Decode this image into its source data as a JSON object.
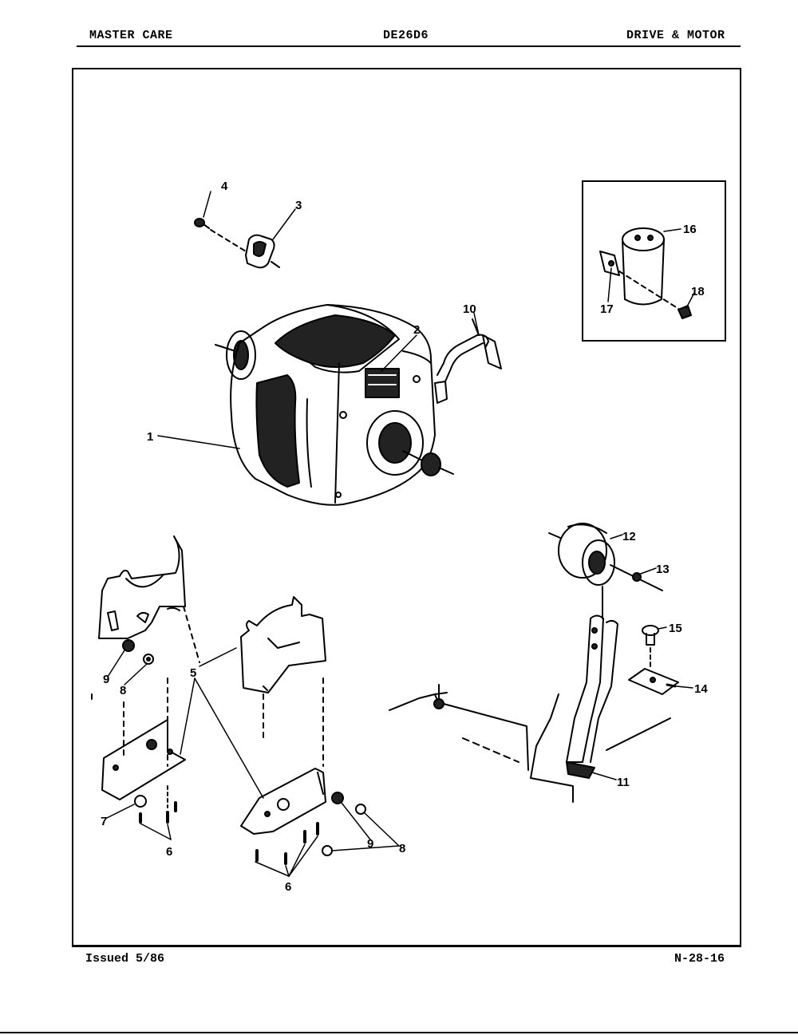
{
  "header": {
    "left": "MASTER CARE",
    "center": "DE26D6",
    "right": "DRIVE & MOTOR"
  },
  "footer": {
    "issued": "Issued 5/86",
    "page_code": "N-28-16"
  },
  "callouts": {
    "c1": "1",
    "c2": "2",
    "c3": "3",
    "c4": "4",
    "c5": "5",
    "c6a": "6",
    "c6b": "6",
    "c7": "7",
    "c8a": "8",
    "c8b": "8",
    "c9a": "9",
    "c9b": "9",
    "c10": "10",
    "c11": "11",
    "c12": "12",
    "c13": "13",
    "c14": "14",
    "c15": "15",
    "c16": "16",
    "c17": "17",
    "c18": "18"
  }
}
